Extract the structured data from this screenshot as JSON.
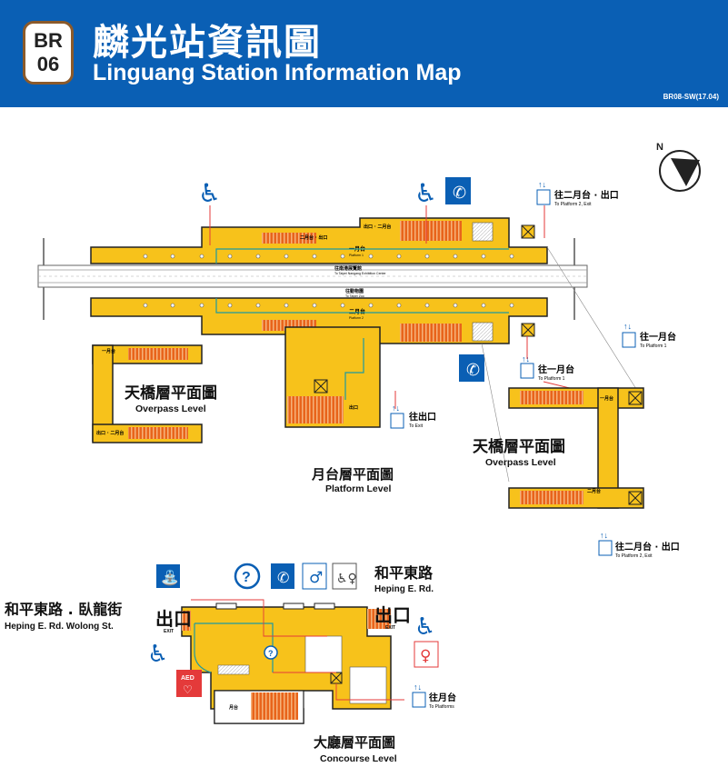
{
  "header": {
    "badge_line": "BR",
    "badge_number": "06",
    "title_zh": "麟光站資訊圖",
    "title_en": "Linguang Station Information Map",
    "code": "BR08-SW(17.04)"
  },
  "compass": "N",
  "platform": {
    "label_zh": "月台層平面圖",
    "label_en": "Platform Level",
    "track1": "一月台",
    "track1_en": "Platform 1",
    "track2": "二月台",
    "track2_en": "Platform 2",
    "dir_up": "往南港展覽館",
    "dir_up_en": "To Taipei Nangang Exhibition Center",
    "dir_down": "往動物園",
    "dir_down_en": "To Taipei Zoo",
    "exit_small": "出口",
    "exit_plat2_small": "出口 · 二月台",
    "plat2_exit_small": "二月台 · 出口"
  },
  "overpass_left": {
    "label_zh": "天橋層平面圖",
    "label_en": "Overpass Level",
    "top_small": "一月台",
    "bottom_small": "出口 · 二月台"
  },
  "overpass_right": {
    "label_zh": "天橋層平面圖",
    "label_en": "Overpass Level",
    "top_small": "一月台",
    "bottom_small": "二月台"
  },
  "elevators": {
    "to_p2_exit_zh": "往二月台 · 出口",
    "to_p2_exit_en": "To Platform 2, Exit",
    "to_p1_zh": "往一月台",
    "to_p1_en": "To Platform 1",
    "to_exit_zh": "往出口",
    "to_exit_en": "To Exit",
    "to_platforms_zh": "往月台",
    "to_platforms_en": "To Platforms"
  },
  "concourse": {
    "label_zh": "大廳層平面圖",
    "label_en": "Concourse Level",
    "street_right_zh": "和平東路",
    "street_right_en": "Heping E. Rd.",
    "street_left_zh": "和平東路 . 臥龍街",
    "street_left_en": "Heping E. Rd.   Wolong St.",
    "exit_zh": "出口",
    "exit_en": "EXIT",
    "aed": "AED",
    "platform_small": "月台"
  },
  "colors": {
    "blue": "#0a5fb4",
    "yellow": "#f7c21b",
    "orange": "#e8641b",
    "teal": "#1e9aa0",
    "red": "#e43a3a",
    "brown": "#8b5a2b"
  }
}
